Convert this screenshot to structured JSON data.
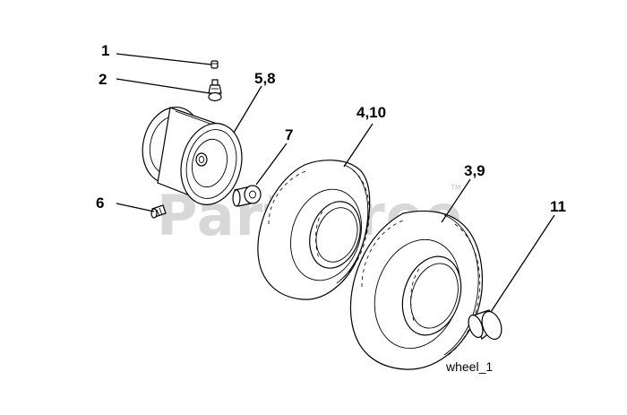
{
  "diagram": {
    "watermark": "PartsTree",
    "watermark_tm": "TM",
    "caption": "wheel_1",
    "callouts": [
      {
        "id": "c1",
        "label": "1"
      },
      {
        "id": "c2",
        "label": "2"
      },
      {
        "id": "c58",
        "label": "5,8"
      },
      {
        "id": "c7",
        "label": "7"
      },
      {
        "id": "c410",
        "label": "4,10"
      },
      {
        "id": "c6",
        "label": "6"
      },
      {
        "id": "c39",
        "label": "3,9"
      },
      {
        "id": "c11",
        "label": "11"
      }
    ]
  }
}
